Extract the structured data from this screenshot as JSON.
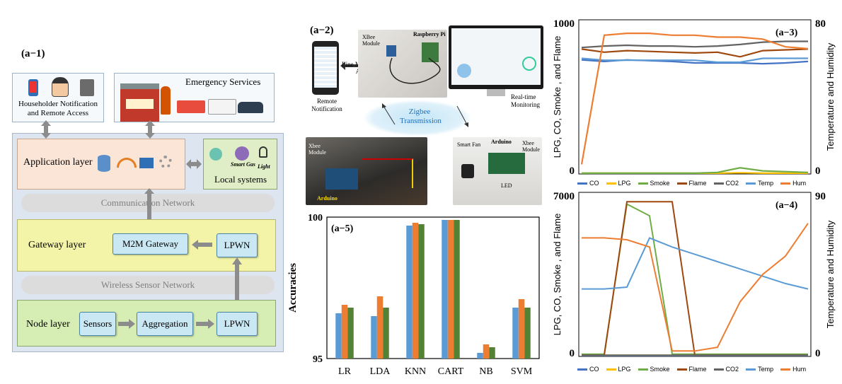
{
  "colors": {
    "outer_frame": "#dde6f0",
    "app_layer": "#fbe5d6",
    "gateway_layer": "#f3f4a8",
    "node_layer": "#d6edb3",
    "arrow": "#8c8c8c",
    "co": "#4472c4",
    "lpg": "#ffc000",
    "smoke": "#70ad47",
    "flame": "#9e480e",
    "co2": "#636363",
    "temp": "#5b9bd5",
    "hum": "#ed7d31"
  },
  "a1": {
    "label": "(a−1)",
    "householder_text": "Householder Notification and Remote Access",
    "emergency_title": "Emergency Services",
    "application_layer": "Application layer",
    "local_systems": "Local systems",
    "smart_gas": "Smart Gas",
    "light": "Light",
    "communication_network": "Communication Network",
    "gateway_layer": "Gateway layer",
    "m2m_gateway": "M2M Gateway",
    "lpwn_top": "LPWN",
    "wireless_sensor_network": "Wireless Sensor Network",
    "node_layer": "Node layer",
    "sensors": "Sensors",
    "aggregation": "Aggregation",
    "lpwn_bottom": "LPWN"
  },
  "a2": {
    "label": "(a−2)",
    "xbee_module": "XBee Module",
    "raspberry_pi": "Raspberry Pi",
    "line_messages": "Line Messages API",
    "remote_notification": "Remote Notification",
    "realtime_monitoring": "Real-time Monitoring",
    "zigbee": "Zigbee Transmission",
    "xbee_left": "Xbee Module",
    "arduino_left": "Arduino",
    "smart_fan": "Smart Fan",
    "arduino_right": "Arduino",
    "xbee_right": "Xbee Module",
    "led": "LED"
  },
  "legend": {
    "co": "CO",
    "lpg": "LPG",
    "smoke": "Smoke",
    "flame": "Flame",
    "co2": "CO2",
    "temp": "Temp",
    "hum": "Hum"
  },
  "a3": {
    "label": "(a−3)",
    "left_axis_label": "LPG, CO, Smoke , and Flame",
    "right_axis_label": "Temperature and Humidity",
    "y_max": "1000",
    "y_min": "0",
    "y2_max": "80",
    "y2_min": "0"
  },
  "a4": {
    "label": "(a−4)",
    "left_axis_label": "LPG, CO, Smoke , and Flame",
    "right_axis_label": "Temperature and Humidity",
    "y_max": "7000",
    "y_min": "0",
    "y2_max": "90",
    "y2_min": "0"
  },
  "chart_data": [
    {
      "type": "bar",
      "title": "(a−5)",
      "ylabel": "Accuracies",
      "xlabel": "",
      "categories": [
        "LR",
        "LDA",
        "KNN",
        "CART",
        "NB",
        "SVM"
      ],
      "ylim": [
        95,
        100
      ],
      "yticks": [
        "95",
        "100"
      ],
      "series": [
        {
          "color": "#5b9bd5",
          "values": [
            96.6,
            96.5,
            99.7,
            99.9,
            95.2,
            96.8
          ]
        },
        {
          "color": "#ed7d31",
          "values": [
            96.9,
            97.2,
            99.8,
            99.9,
            95.5,
            97.1
          ]
        },
        {
          "color": "#548235",
          "values": [
            96.8,
            96.8,
            99.75,
            99.9,
            95.4,
            96.8
          ]
        }
      ]
    },
    {
      "type": "line",
      "title": "(a−3)",
      "ylim": [
        0,
        1000
      ],
      "y2lim": [
        0,
        80
      ],
      "series": [
        {
          "name": "CO",
          "values": [
            740,
            730,
            740,
            735,
            730,
            720,
            720,
            720,
            715,
            720,
            730
          ]
        },
        {
          "name": "LPG",
          "values": [
            5,
            5,
            5,
            5,
            5,
            5,
            5,
            8,
            5,
            5,
            5
          ]
        },
        {
          "name": "Smoke",
          "values": [
            5,
            5,
            5,
            5,
            5,
            5,
            10,
            40,
            20,
            15,
            10
          ]
        },
        {
          "name": "Flame",
          "values": [
            810,
            790,
            800,
            795,
            790,
            785,
            790,
            760,
            800,
            805,
            810
          ]
        },
        {
          "name": "CO2",
          "values": [
            820,
            830,
            835,
            830,
            830,
            825,
            830,
            840,
            855,
            860,
            860
          ]
        },
        {
          "name": "Temp",
          "values": [
            60,
            59,
            59,
            59,
            59,
            59,
            58,
            58,
            60,
            60,
            60
          ]
        },
        {
          "name": "Hum",
          "values": [
            5,
            72,
            73,
            73,
            72,
            72,
            71,
            71,
            70,
            66,
            65
          ]
        }
      ]
    },
    {
      "type": "line",
      "title": "(a−4)",
      "ylim": [
        0,
        7000
      ],
      "y2lim": [
        0,
        90
      ],
      "series": [
        {
          "name": "CO",
          "values": [
            20,
            20,
            20,
            20,
            20,
            20,
            20,
            20,
            20,
            20,
            20
          ]
        },
        {
          "name": "LPG",
          "values": [
            50,
            50,
            50,
            50,
            50,
            50,
            50,
            50,
            50,
            50,
            50
          ]
        },
        {
          "name": "Smoke",
          "values": [
            100,
            100,
            6500,
            6000,
            100,
            100,
            100,
            100,
            100,
            100,
            100
          ]
        },
        {
          "name": "Flame",
          "values": [
            50,
            50,
            6600,
            6600,
            6600,
            50,
            50,
            50,
            50,
            50,
            50
          ]
        },
        {
          "name": "CO2",
          "values": [
            50,
            50,
            50,
            50,
            50,
            50,
            50,
            50,
            50,
            50,
            50
          ]
        },
        {
          "name": "Temp",
          "values": [
            37,
            37,
            38,
            65,
            60,
            56,
            52,
            48,
            44,
            40,
            37
          ]
        },
        {
          "name": "Hum",
          "values": [
            65,
            65,
            64,
            60,
            3,
            3,
            5,
            30,
            45,
            55,
            73
          ]
        }
      ]
    }
  ]
}
